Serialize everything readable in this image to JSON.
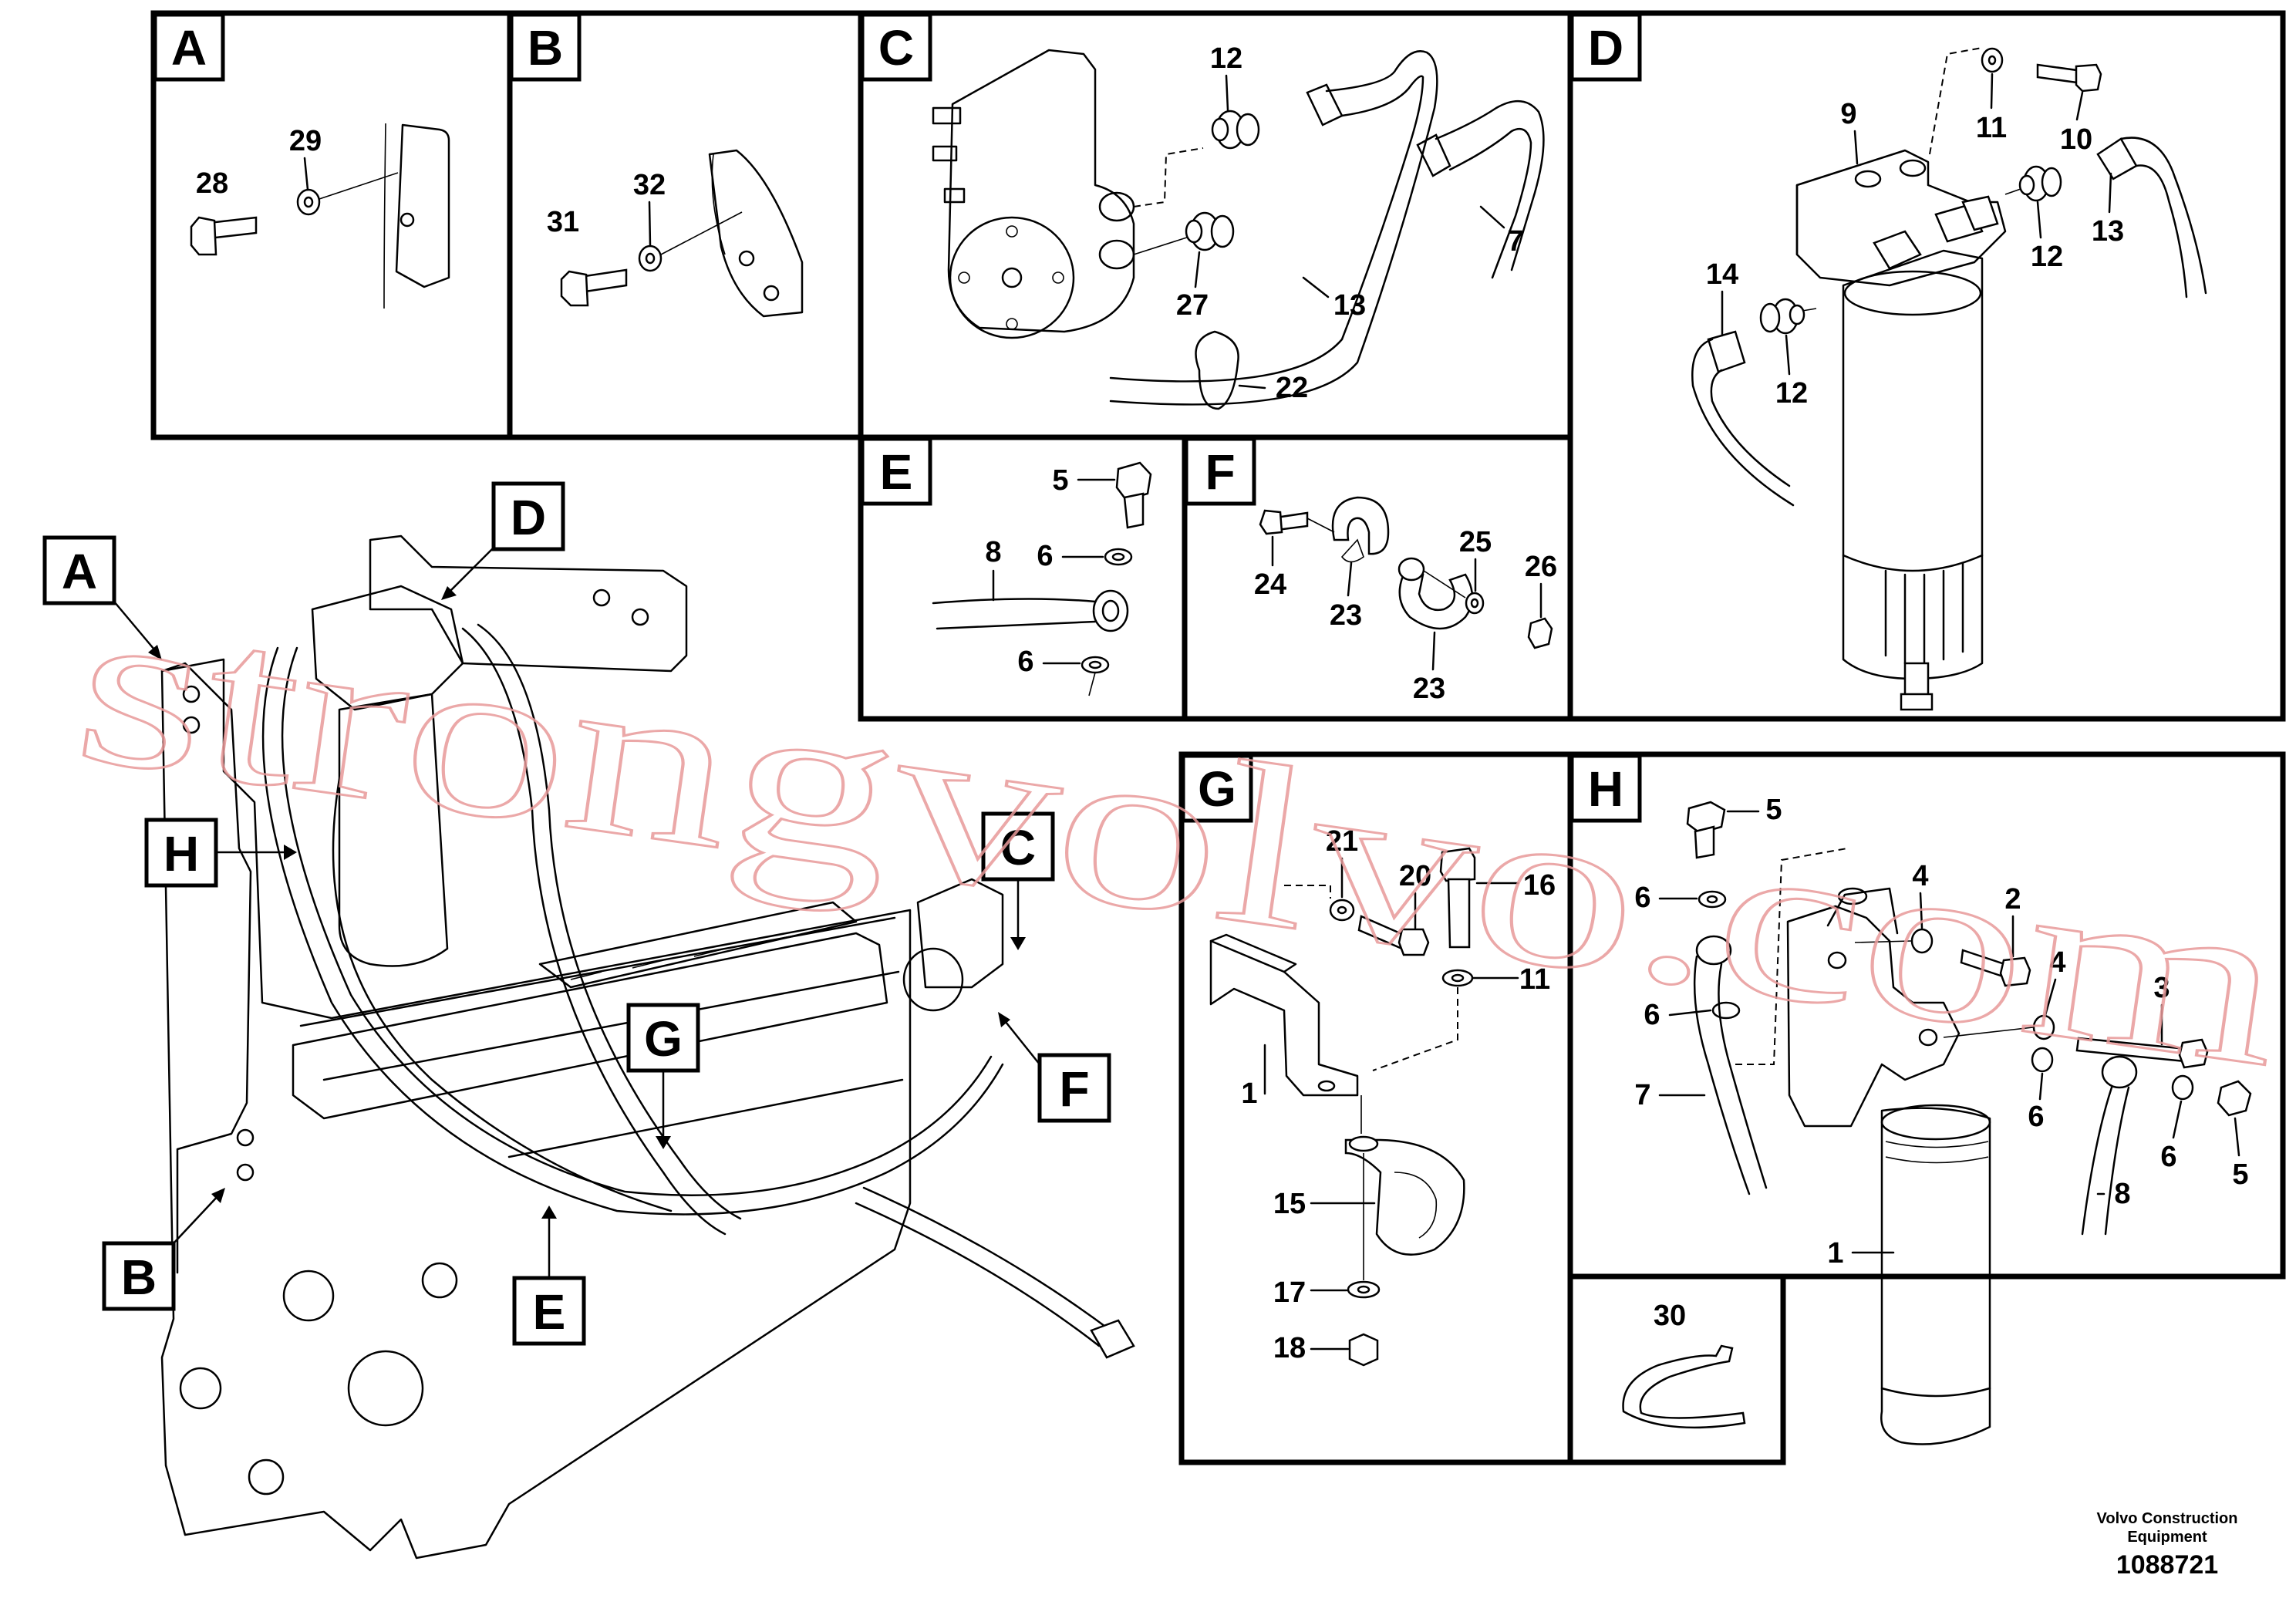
{
  "panels": [
    {
      "id": "A",
      "letter": "A"
    },
    {
      "id": "B",
      "letter": "B"
    },
    {
      "id": "C",
      "letter": "C"
    },
    {
      "id": "D",
      "letter": "D"
    },
    {
      "id": "E",
      "letter": "E"
    },
    {
      "id": "F",
      "letter": "F"
    },
    {
      "id": "G",
      "letter": "G"
    },
    {
      "id": "H",
      "letter": "H"
    }
  ],
  "overview_markers": [
    "A",
    "D",
    "H",
    "C",
    "G",
    "F",
    "B",
    "E"
  ],
  "callouts": {
    "A": [
      "28",
      "29"
    ],
    "B": [
      "31",
      "32"
    ],
    "C": [
      "12",
      "7",
      "13",
      "27",
      "22"
    ],
    "D": [
      "11",
      "10",
      "9",
      "12",
      "13",
      "14",
      "12"
    ],
    "E": [
      "5",
      "6",
      "8",
      "6"
    ],
    "F": [
      "24",
      "25",
      "26",
      "23",
      "23"
    ],
    "G": [
      "21",
      "20",
      "16",
      "11",
      "1",
      "15",
      "17",
      "18"
    ],
    "H": [
      "5",
      "6",
      "4",
      "2",
      "6",
      "4",
      "3",
      "7",
      "6",
      "6",
      "5",
      "8",
      "1"
    ],
    "I": [
      "30"
    ]
  },
  "watermark": "strongvolvo.com",
  "footer": {
    "company_line1": "Volvo Construction",
    "company_line2": "Equipment",
    "drawing_number": "1088721"
  }
}
